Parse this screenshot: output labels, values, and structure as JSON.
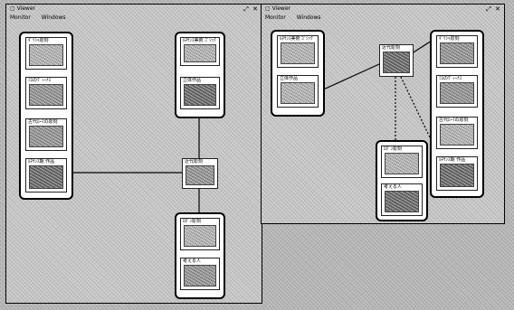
{
  "left_window": {
    "title": "▢ Viewer",
    "menu": [
      "Monitor",
      "Windows"
    ],
    "controls": "⤢ ✕",
    "col_a": [
      "ｷﾞﾘｼｬ彫刻",
      "ﾐﾛのｳﾞｨｰﾅｽ",
      "古代ﾛｰﾏの彫刻",
      "ﾙﾈｻﾝｽ期 作品"
    ],
    "col_b": [
      "ﾙﾈｻﾝｽ美術 ｺﾞｼｯｸ",
      "立体作品"
    ],
    "mid": "近代彫刻",
    "bottom": [
      "ﾛﾀﾞﾝ彫刻",
      "考える人"
    ]
  },
  "right_window": {
    "title": "▢ Viewer",
    "menu": [
      "Monitor",
      "Windows"
    ],
    "controls": "⤢ ✕",
    "col_a": [
      "ﾙﾈｻﾝｽ美術 ｺﾞｼｯｸ",
      "立体作品"
    ],
    "mid": "近代彫刻",
    "col_c": [
      "ｷﾞﾘｼｬ彫刻",
      "ﾐﾛのｳﾞｨｰﾅｽ",
      "古代ﾛｰﾏの彫刻",
      "ﾙﾈｻﾝｽ期 作品"
    ],
    "bottom": [
      "ﾛﾀﾞﾝ彫刻",
      "考える人"
    ]
  }
}
